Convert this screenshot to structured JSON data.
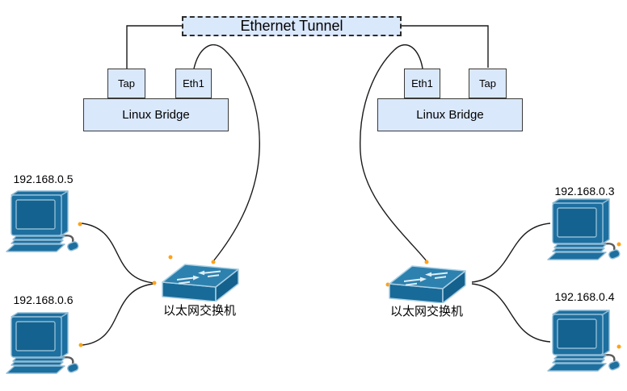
{
  "tunnel": {
    "label": "Ethernet Tunnel"
  },
  "left_bridge": {
    "label": "Linux Bridge",
    "tap_label": "Tap",
    "eth1_label": "Eth1"
  },
  "right_bridge": {
    "label": "Linux Bridge",
    "eth1_label": "Eth1",
    "tap_label": "Tap"
  },
  "left_switch": {
    "label": "以太网交换机"
  },
  "right_switch": {
    "label": "以太网交换机"
  },
  "computers": [
    {
      "ip": "192.168.0.5"
    },
    {
      "ip": "192.168.0.6"
    },
    {
      "ip": "192.168.0.3"
    },
    {
      "ip": "192.168.0.4"
    }
  ],
  "icons": {
    "computer": "desktop-pc-icon",
    "switch": "ethernet-switch-icon"
  },
  "colors": {
    "node_fill": "#dae8fc",
    "node_border": "#3a3a3a",
    "connector": "#1a1a1a",
    "endpoint_dot": "#ffa218",
    "pc_main": "#1d6f9f",
    "pc_screen": "#14628f",
    "pc_highlight": "#8fbcd6",
    "cable_gray": "#5a5a5a",
    "switch_top": "#2d81ae",
    "switch_front": "#186a98",
    "switch_side": "#15618d",
    "switch_outline": "#a9cfe4",
    "switch_arrows": "#ddeef7"
  }
}
